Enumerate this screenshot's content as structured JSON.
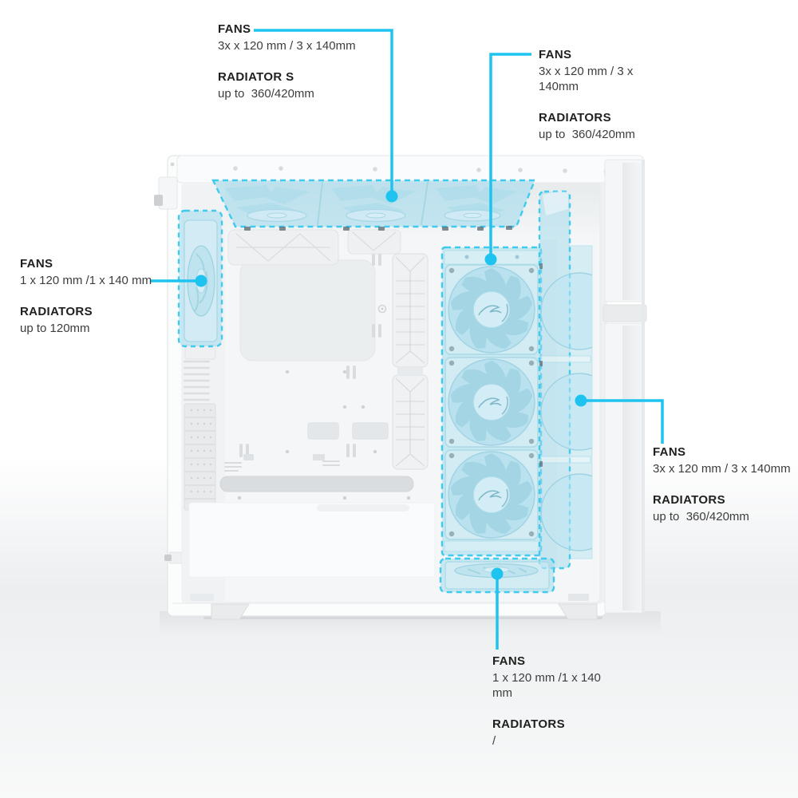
{
  "accent_color": "#1ec3f0",
  "dash_color": "#3fcaee",
  "highlight_fill": "#cfe9f3",
  "labels": {
    "top_left": {
      "fans_title": "FANS",
      "fans_spec": "3x x 120 mm / 3 x 140mm",
      "radiators_title": "RADIATOR S",
      "radiators_spec": "up to  360/420mm"
    },
    "top_right": {
      "fans_title": "FANS",
      "fans_spec": "3x x 120 mm / 3 x\n140mm",
      "radiators_title": "RADIATORS",
      "radiators_spec": "up to  360/420mm"
    },
    "left": {
      "fans_title": "FANS",
      "fans_spec": "1 x 120 mm /1 x 140 mm",
      "radiators_title": "RADIATORS",
      "radiators_spec": "up to 120mm"
    },
    "right": {
      "fans_title": "FANS",
      "fans_spec": "3x x 120 mm / 3 x 140mm",
      "radiators_title": "RADIATORS",
      "radiators_spec": "up to  360/420mm"
    },
    "bottom": {
      "fans_title": "FANS",
      "fans_spec": "1 x 120 mm /1 x 140\nmm",
      "radiators_title": "RADIATORS",
      "radiators_spec": "/"
    }
  }
}
